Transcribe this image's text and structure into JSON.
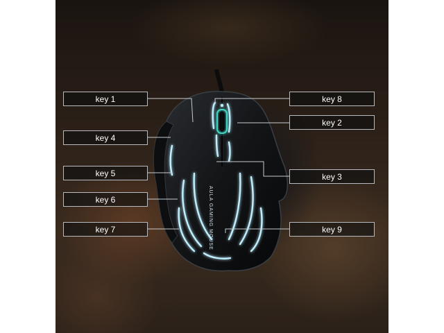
{
  "diagram": {
    "labels": {
      "key1": "key 1",
      "key2": "key 2",
      "key3": "key 3",
      "key4": "key 4",
      "key5": "key 5",
      "key6": "key 6",
      "key7": "key 7",
      "key8": "key 8",
      "key9": "key 9"
    },
    "mouse_text": "AULA GAMING MOUSE"
  },
  "colors": {
    "glow": "#bfefff",
    "accent_glow": "#3fd6c4",
    "callout_border": "#b8bcc0"
  }
}
